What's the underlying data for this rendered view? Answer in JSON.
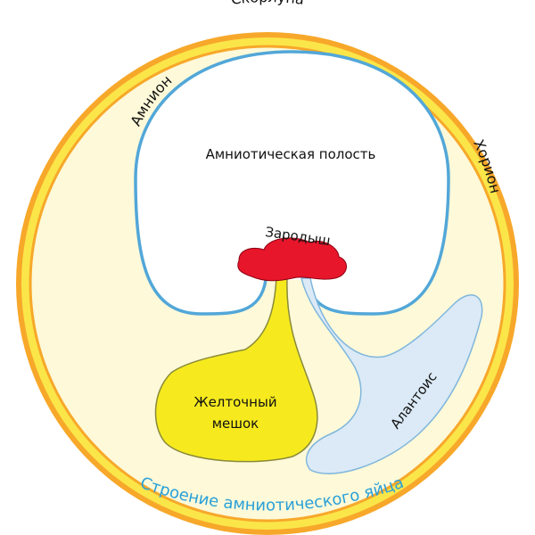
{
  "labels": {
    "shell": "Скорлупа",
    "amnion": "Амнион",
    "chorion": "Хорион",
    "amniotic_cavity": "Амниотическая полость",
    "embryo": "Зародыш",
    "yolk_sac_line1": "Желточный",
    "yolk_sac_line2": "мешок",
    "allantois": "Алантоис",
    "caption": "Строение амниотического яйца"
  },
  "colors": {
    "shell_outer": "#f7a82a",
    "shell_band": "#fbe64a",
    "interior": "#fdf9d9",
    "amnion_line": "#52a7d8",
    "embryo": "#e8162b",
    "yolk": "#f6ea1e",
    "allantois": "#dbeaf6",
    "caption": "#2aa0d8"
  }
}
